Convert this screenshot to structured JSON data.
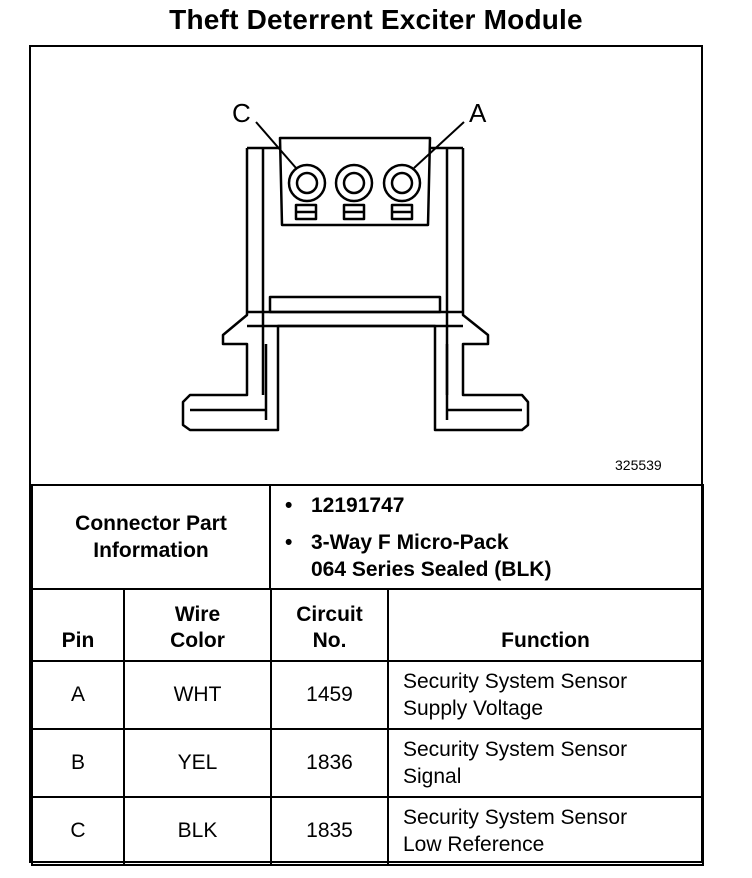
{
  "title": "Theft Deterrent Exciter Module",
  "diagram": {
    "pin_label_c": "C",
    "pin_label_a": "A",
    "figure_number": "325539"
  },
  "connector": {
    "label_line1": "Connector Part",
    "label_line2": "Information",
    "bullet": "•",
    "part_number": "12191747",
    "desc_line1": "3-Way F Micro-Pack",
    "desc_line2": "064 Series Sealed (BLK)"
  },
  "pin_table": {
    "headers": {
      "pin": "Pin",
      "wire_color_1": "Wire",
      "wire_color_2": "Color",
      "circuit_1": "Circuit",
      "circuit_2": "No.",
      "function": "Function"
    },
    "rows": [
      {
        "pin": "A",
        "wire_color": "WHT",
        "circuit": "1459",
        "function_1": "Security System Sensor",
        "function_2": "Supply Voltage"
      },
      {
        "pin": "B",
        "wire_color": "YEL",
        "circuit": "1836",
        "function_1": "Security System Sensor",
        "function_2": "Signal"
      },
      {
        "pin": "C",
        "wire_color": "BLK",
        "circuit": "1835",
        "function_1": "Security System Sensor",
        "function_2": "Low Reference"
      }
    ]
  }
}
